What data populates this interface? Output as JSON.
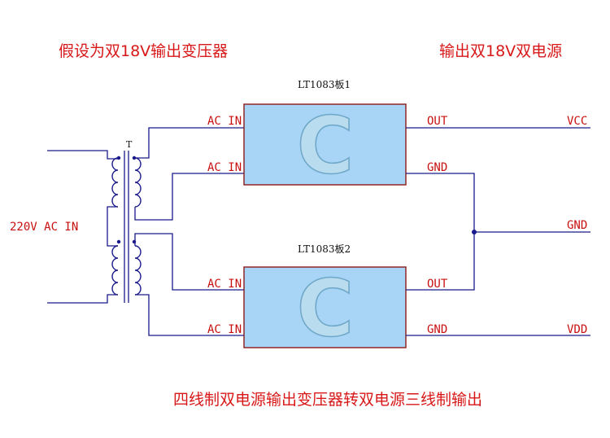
{
  "titles": {
    "top_left": "假设为双18V输出变压器",
    "top_right": "输出双18V双电源",
    "bottom": "四线制双电源输出变压器转双电源三线制输出"
  },
  "transformer": {
    "label": "T",
    "input_label": "220V AC IN"
  },
  "boards": [
    {
      "title": "LT1083板1",
      "logo": "C",
      "pins_left": [
        "AC IN",
        "AC IN"
      ],
      "pins_right": [
        "OUT",
        "GND"
      ]
    },
    {
      "title": "LT1083板2",
      "logo": "C",
      "pins_left": [
        "AC IN",
        "AC IN"
      ],
      "pins_right": [
        "OUT",
        "GND"
      ]
    }
  ],
  "outputs": [
    "VCC",
    "GND",
    "VDD"
  ],
  "colors": {
    "wire": "#1a1a8c",
    "board_fill": "#a8d5f5",
    "board_border": "#8b1a1a",
    "label_red": "#c81010"
  }
}
